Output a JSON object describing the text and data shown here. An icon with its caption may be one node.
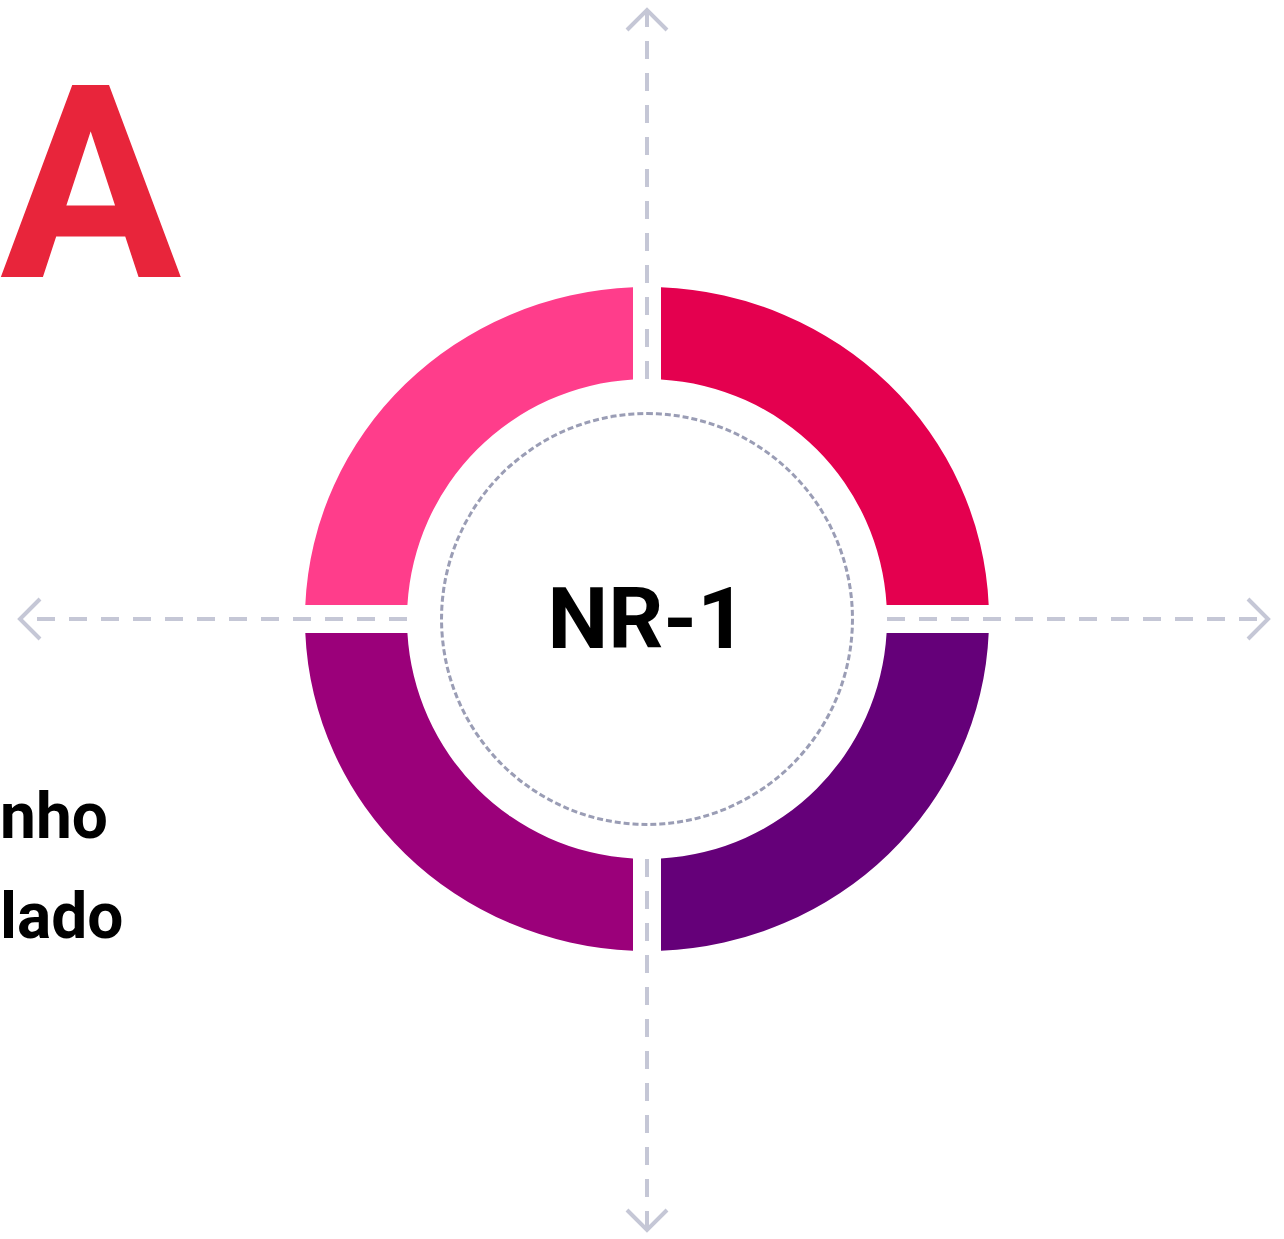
{
  "diagram": {
    "nodes": [
      {
        "text": [
          "NR-1"
        ]
      }
    ],
    "labels": [
      "A",
      "nho",
      "lado"
    ]
  }
}
